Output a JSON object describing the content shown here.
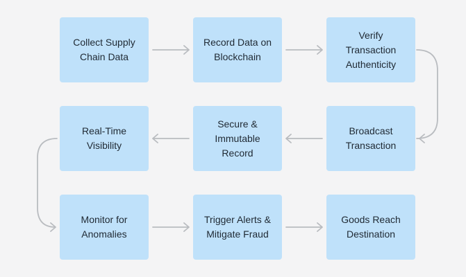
{
  "diagram": {
    "steps": [
      {
        "id": "s1",
        "label": "Collect Supply\nChain Data"
      },
      {
        "id": "s2",
        "label": "Record Data on\nBlockchain"
      },
      {
        "id": "s3",
        "label": "Verify\nTransaction\nAuthenticity"
      },
      {
        "id": "s4",
        "label": "Broadcast\nTransaction"
      },
      {
        "id": "s5",
        "label": "Secure &\nImmutable\nRecord"
      },
      {
        "id": "s6",
        "label": "Real-Time\nVisibility"
      },
      {
        "id": "s7",
        "label": "Monitor for\nAnomalies"
      },
      {
        "id": "s8",
        "label": "Trigger Alerts &\nMitigate Fraud"
      },
      {
        "id": "s9",
        "label": "Goods Reach\nDestination"
      }
    ],
    "edges": [
      {
        "from": "s1",
        "to": "s2"
      },
      {
        "from": "s2",
        "to": "s3"
      },
      {
        "from": "s3",
        "to": "s4"
      },
      {
        "from": "s4",
        "to": "s5"
      },
      {
        "from": "s5",
        "to": "s6"
      },
      {
        "from": "s6",
        "to": "s7"
      },
      {
        "from": "s7",
        "to": "s8"
      },
      {
        "from": "s8",
        "to": "s9"
      }
    ],
    "colors": {
      "node_fill": "#bfe1fa",
      "arrow": "#b9bcc0",
      "background": "#f4f4f5",
      "text": "#1f2933"
    }
  }
}
